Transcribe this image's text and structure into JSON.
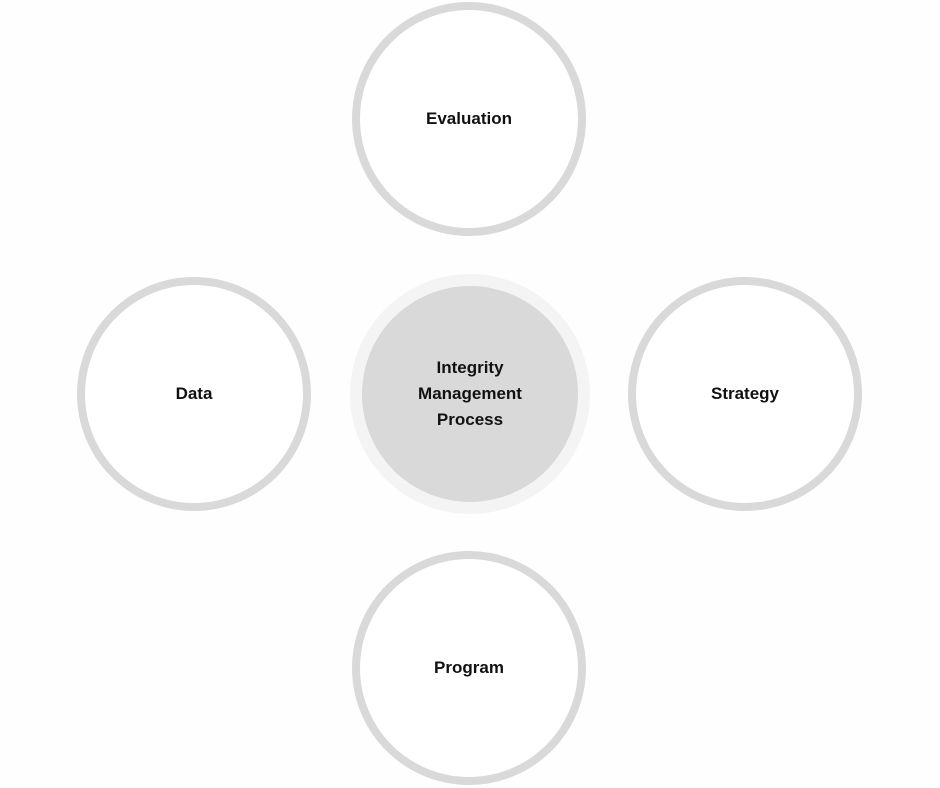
{
  "diagram": {
    "type": "hub-and-spoke",
    "center": {
      "label": "Integrity Management Process",
      "lines": [
        "Integrity",
        "Management",
        "Process"
      ],
      "fill": "#d9d9d9"
    },
    "nodes": [
      {
        "position": "top",
        "label": "Evaluation"
      },
      {
        "position": "left",
        "label": "Data"
      },
      {
        "position": "right",
        "label": "Strategy"
      },
      {
        "position": "bottom",
        "label": "Program"
      }
    ],
    "colors": {
      "ring": "#d9d9d9",
      "text": "#111111",
      "background": "#ffffff"
    }
  }
}
